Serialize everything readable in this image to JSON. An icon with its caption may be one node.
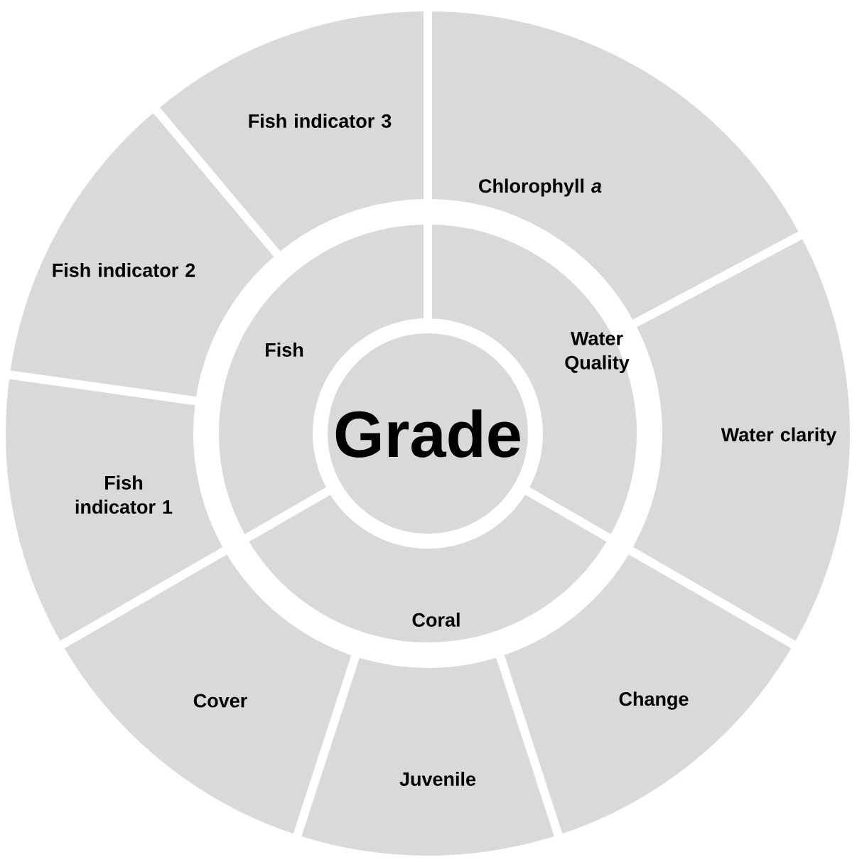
{
  "diagram": {
    "nodes": [
      {
        "text": [
          "Grade"
        ]
      },
      {
        "text": [
          "Water Quality"
        ]
      },
      {
        "text": [
          "Coral"
        ]
      },
      {
        "text": [
          "Fish"
        ]
      },
      {
        "text": [
          "Chlorophyll *a*"
        ]
      },
      {
        "text": [
          "Water clarity"
        ]
      },
      {
        "text": [
          "Change"
        ]
      },
      {
        "text": [
          "Juvenile"
        ]
      },
      {
        "text": [
          "Cover"
        ]
      },
      {
        "text": [
          "Fish indicator 1"
        ]
      },
      {
        "text": [
          "Fish indicator 2"
        ]
      },
      {
        "text": [
          "Fish indicator 3"
        ]
      }
    ]
  }
}
